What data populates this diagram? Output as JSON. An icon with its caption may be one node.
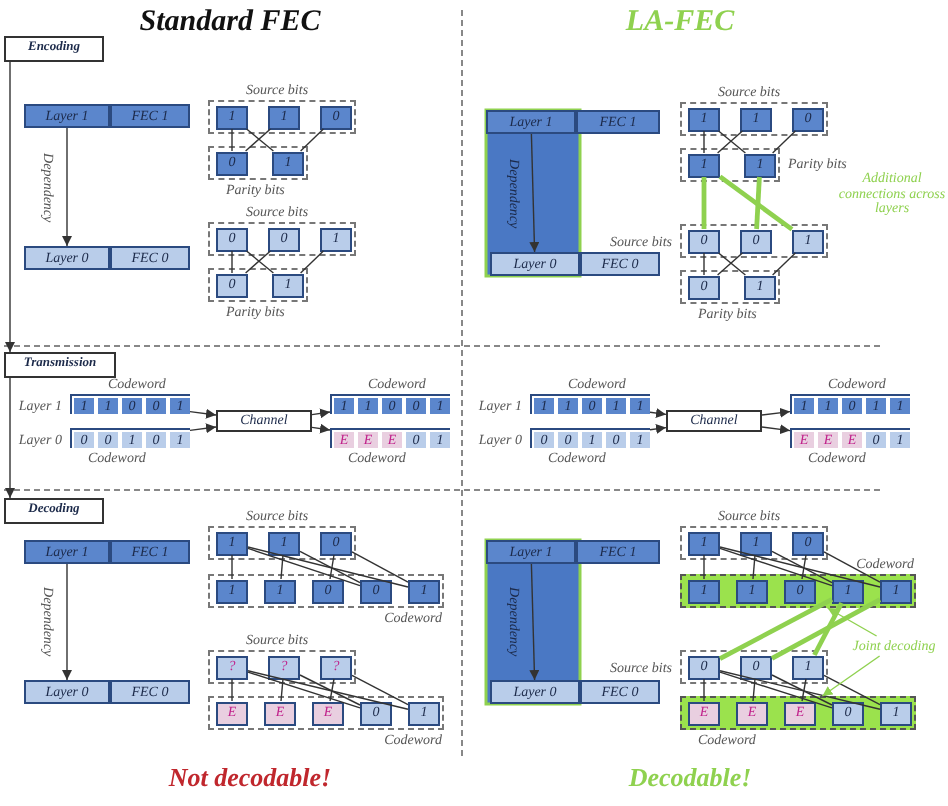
{
  "diagram": {
    "nodes": [
      {
        "text": [
          "Encoding"
        ]
      },
      {
        "text": [
          "Transmission"
        ]
      },
      {
        "text": [
          "Decoding"
        ]
      },
      {
        "text": [
          "Layer 1"
        ]
      },
      {
        "text": [
          "FEC 1"
        ]
      },
      {
        "text": [
          "Layer 0"
        ]
      },
      {
        "text": [
          "FEC 0"
        ]
      },
      {
        "text": [
          "Source bits"
        ]
      },
      {
        "text": [
          "1"
        ],
        "in": 7
      },
      {
        "text": [
          "1"
        ],
        "in": 7
      },
      {
        "text": [
          "0"
        ],
        "in": 7
      },
      {
        "text": [
          "Parity bits"
        ]
      },
      {
        "text": [
          "0"
        ],
        "in": 11
      },
      {
        "text": [
          "1"
        ],
        "in": 11
      },
      {
        "text": [
          "Source bits"
        ]
      },
      {
        "text": [
          "0"
        ],
        "in": 14
      },
      {
        "text": [
          "0"
        ],
        "in": 14
      },
      {
        "text": [
          "1"
        ],
        "in": 14
      },
      {
        "text": [
          "Parity bits"
        ]
      },
      {
        "text": [
          "0"
        ],
        "in": 18
      },
      {
        "text": [
          "1"
        ],
        "in": 18
      },
      {
        "text": [
          "Layer 1"
        ]
      },
      {
        "text": [
          "FEC 1"
        ]
      },
      {
        "text": [
          "Layer 0"
        ]
      },
      {
        "text": [
          "FEC 0"
        ]
      },
      {
        "text": [
          "Source bits"
        ]
      },
      {
        "text": [
          "1"
        ],
        "in": 25
      },
      {
        "text": [
          "1"
        ],
        "in": 25
      },
      {
        "text": [
          "0"
        ],
        "in": 25
      },
      {
        "text": [
          "Parity bits"
        ]
      },
      {
        "text": [
          "1"
        ],
        "in": 29
      },
      {
        "text": [
          "1"
        ],
        "in": 29
      },
      {
        "text": [
          "Source bits"
        ]
      },
      {
        "text": [
          "0"
        ],
        "in": 32
      },
      {
        "text": [
          "0"
        ],
        "in": 32
      },
      {
        "text": [
          "1"
        ],
        "in": 32
      },
      {
        "text": [
          "Parity bits"
        ]
      },
      {
        "text": [
          "0"
        ],
        "in": 36
      },
      {
        "text": [
          "1"
        ],
        "in": 36
      },
      {
        "text": [
          "Codeword"
        ],
        "beside": [
          "Layer 1"
        ]
      },
      {
        "text": [
          "1"
        ],
        "in": 39
      },
      {
        "text": [
          "1"
        ],
        "in": 39
      },
      {
        "text": [
          "0"
        ],
        "in": 39
      },
      {
        "text": [
          "0"
        ],
        "in": 39
      },
      {
        "text": [
          "1"
        ],
        "in": 39
      },
      {
        "text": [
          "Codeword"
        ],
        "beside": [
          "Layer 0"
        ]
      },
      {
        "text": [
          "0"
        ],
        "in": 45
      },
      {
        "text": [
          "0"
        ],
        "in": 45
      },
      {
        "text": [
          "1"
        ],
        "in": 45
      },
      {
        "text": [
          "0"
        ],
        "in": 45
      },
      {
        "text": [
          "1"
        ],
        "in": 45
      },
      {
        "text": [
          "Channel"
        ]
      },
      {
        "text": [
          "Codeword"
        ]
      },
      {
        "text": [
          "1"
        ],
        "in": 52
      },
      {
        "text": [
          "1"
        ],
        "in": 52
      },
      {
        "text": [
          "0"
        ],
        "in": 52
      },
      {
        "text": [
          "0"
        ],
        "in": 52
      },
      {
        "text": [
          "1"
        ],
        "in": 52
      },
      {
        "text": [
          "Codeword"
        ]
      },
      {
        "text": [
          "E"
        ],
        "in": 58
      },
      {
        "text": [
          "E"
        ],
        "in": 58
      },
      {
        "text": [
          "E"
        ],
        "in": 58
      },
      {
        "text": [
          "0"
        ],
        "in": 58
      },
      {
        "text": [
          "1"
        ],
        "in": 58
      },
      {
        "text": [
          "Codeword"
        ],
        "beside": [
          "Layer 1"
        ]
      },
      {
        "text": [
          "1"
        ],
        "in": 64
      },
      {
        "text": [
          "1"
        ],
        "in": 64
      },
      {
        "text": [
          "0"
        ],
        "in": 64
      },
      {
        "text": [
          "1"
        ],
        "in": 64
      },
      {
        "text": [
          "1"
        ],
        "in": 64
      },
      {
        "text": [
          "Codeword"
        ],
        "beside": [
          "Layer 0"
        ]
      },
      {
        "text": [
          "0"
        ],
        "in": 70
      },
      {
        "text": [
          "0"
        ],
        "in": 70
      },
      {
        "text": [
          "1"
        ],
        "in": 70
      },
      {
        "text": [
          "0"
        ],
        "in": 70
      },
      {
        "text": [
          "1"
        ],
        "in": 70
      },
      {
        "text": [
          "Channel"
        ]
      },
      {
        "text": [
          "Codeword"
        ]
      },
      {
        "text": [
          "1"
        ],
        "in": 77
      },
      {
        "text": [
          "1"
        ],
        "in": 77
      },
      {
        "text": [
          "0"
        ],
        "in": 77
      },
      {
        "text": [
          "1"
        ],
        "in": 77
      },
      {
        "text": [
          "1"
        ],
        "in": 77
      },
      {
        "text": [
          "Codeword"
        ]
      },
      {
        "text": [
          "E"
        ],
        "in": 83
      },
      {
        "text": [
          "E"
        ],
        "in": 83
      },
      {
        "text": [
          "E"
        ],
        "in": 83
      },
      {
        "text": [
          "0"
        ],
        "in": 83
      },
      {
        "text": [
          "1"
        ],
        "in": 83
      },
      {
        "text": [
          "Layer 1"
        ]
      },
      {
        "text": [
          "FEC 1"
        ]
      },
      {
        "text": [
          "Layer 0"
        ]
      },
      {
        "text": [
          "FEC 0"
        ]
      },
      {
        "text": [
          "Source bits"
        ]
      },
      {
        "text": [
          "1"
        ],
        "in": 93
      },
      {
        "text": [
          "1"
        ],
        "in": 93
      },
      {
        "text": [
          "0"
        ],
        "in": 93
      },
      {
        "text": [
          "Codeword"
        ]
      },
      {
        "text": [
          "1"
        ],
        "in": 97
      },
      {
        "text": [
          "1"
        ],
        "in": 97
      },
      {
        "text": [
          "0"
        ],
        "in": 97
      },
      {
        "text": [
          "0"
        ],
        "in": 97
      },
      {
        "text": [
          "1"
        ],
        "in": 97
      },
      {
        "text": [
          "Source bits"
        ]
      },
      {
        "text": [
          "?"
        ],
        "in": 103
      },
      {
        "text": [
          "?"
        ],
        "in": 103
      },
      {
        "text": [
          "?"
        ],
        "in": 103
      },
      {
        "text": [
          "Codeword"
        ]
      },
      {
        "text": [
          "E"
        ],
        "in": 107
      },
      {
        "text": [
          "E"
        ],
        "in": 107
      },
      {
        "text": [
          "E"
        ],
        "in": 107
      },
      {
        "text": [
          "0"
        ],
        "in": 107
      },
      {
        "text": [
          "1"
        ],
        "in": 107
      },
      {
        "text": [
          "Layer 1"
        ]
      },
      {
        "text": [
          "FEC 1"
        ]
      },
      {
        "text": [
          "Layer 0"
        ]
      },
      {
        "text": [
          "FEC 0"
        ]
      },
      {
        "text": [
          "Source bits"
        ]
      },
      {
        "text": [
          "1"
        ],
        "in": 117
      },
      {
        "text": [
          "1"
        ],
        "in": 117
      },
      {
        "text": [
          "0"
        ],
        "in": 117
      },
      {
        "text": [
          "Codeword"
        ]
      },
      {
        "text": [
          "1"
        ],
        "in": 121
      },
      {
        "text": [
          "1"
        ],
        "in": 121
      },
      {
        "text": [
          "0"
        ],
        "in": 121
      },
      {
        "text": [
          "1"
        ],
        "in": 121
      },
      {
        "text": [
          "1"
        ],
        "in": 121
      },
      {
        "text": [
          "Source bits"
        ]
      },
      {
        "text": [
          "0"
        ],
        "in": 127
      },
      {
        "text": [
          "0"
        ],
        "in": 127
      },
      {
        "text": [
          "1"
        ],
        "in": 127
      },
      {
        "text": [
          "Codeword"
        ]
      },
      {
        "text": [
          "E"
        ],
        "in": 131
      },
      {
        "text": [
          "E"
        ],
        "in": 131
      },
      {
        "text": [
          "E"
        ],
        "in": 131
      },
      {
        "text": [
          "0"
        ],
        "in": 131
      },
      {
        "text": [
          "1"
        ],
        "in": 131
      },
      {
        "text": [
          "Joint decoding"
        ]
      }
    ],
    "edges": [
      {
        "from": 0,
        "to": 1,
        "arrow": "to"
      },
      {
        "from": 1,
        "to": 2,
        "arrow": "to"
      },
      {
        "from": 3,
        "to": 5,
        "arrow": "to",
        "label": "Dependency"
      },
      {
        "from": 8,
        "to": 12,
        "arrow": "none"
      },
      {
        "from": 9,
        "to": 12,
        "arrow": "none"
      },
      {
        "from": 8,
        "to": 13,
        "arrow": "none"
      },
      {
        "from": 10,
        "to": 13,
        "arrow": "none"
      },
      {
        "from": 15,
        "to": 19,
        "arrow": "none"
      },
      {
        "from": 16,
        "to": 19,
        "arrow": "none"
      },
      {
        "from": 15,
        "to": 20,
        "arrow": "none"
      },
      {
        "from": 17,
        "to": 20,
        "arrow": "none"
      },
      {
        "from": 21,
        "to": 23,
        "arrow": "to",
        "label": "Dependency"
      },
      {
        "from": 26,
        "to": 30,
        "arrow": "none"
      },
      {
        "from": 27,
        "to": 30,
        "arrow": "none"
      },
      {
        "from": 26,
        "to": 31,
        "arrow": "none"
      },
      {
        "from": 28,
        "to": 31,
        "arrow": "none"
      },
      {
        "from": 30,
        "to": 33,
        "arrow": "none",
        "color": "#8fd14f",
        "style": "thick"
      },
      {
        "from": 31,
        "to": 34,
        "arrow": "none",
        "color": "#8fd14f",
        "style": "thick"
      },
      {
        "from": 30,
        "to": 35,
        "arrow": "none",
        "color": "#8fd14f",
        "style": "thick"
      },
      {
        "from": 33,
        "to": 37,
        "arrow": "none"
      },
      {
        "from": 34,
        "to": 37,
        "arrow": "none"
      },
      {
        "from": 33,
        "to": 38,
        "arrow": "none"
      },
      {
        "from": 35,
        "to": 38,
        "arrow": "none"
      },
      {
        "from": 39,
        "to": 51,
        "arrow": "to"
      },
      {
        "from": 45,
        "to": 51,
        "arrow": "to"
      },
      {
        "from": 51,
        "to": 52,
        "arrow": "to"
      },
      {
        "from": 51,
        "to": 58,
        "arrow": "to"
      },
      {
        "from": 64,
        "to": 76,
        "arrow": "to"
      },
      {
        "from": 70,
        "to": 76,
        "arrow": "to"
      },
      {
        "from": 76,
        "to": 77,
        "arrow": "to"
      },
      {
        "from": 76,
        "to": 83,
        "arrow": "to"
      },
      {
        "from": 89,
        "to": 91,
        "arrow": "to",
        "label": "Dependency"
      },
      {
        "from": 98,
        "to": 94,
        "arrow": "none"
      },
      {
        "from": 99,
        "to": 95,
        "arrow": "none"
      },
      {
        "from": 100,
        "to": 96,
        "arrow": "none"
      },
      {
        "from": 101,
        "to": 94,
        "arrow": "none"
      },
      {
        "from": 101,
        "to": 95,
        "arrow": "none"
      },
      {
        "from": 102,
        "to": 94,
        "arrow": "none"
      },
      {
        "from": 102,
        "to": 96,
        "arrow": "none"
      },
      {
        "from": 108,
        "to": 104,
        "arrow": "none"
      },
      {
        "from": 109,
        "to": 105,
        "arrow": "none"
      },
      {
        "from": 110,
        "to": 106,
        "arrow": "none"
      },
      {
        "from": 111,
        "to": 104,
        "arrow": "none"
      },
      {
        "from": 111,
        "to": 105,
        "arrow": "none"
      },
      {
        "from": 112,
        "to": 104,
        "arrow": "none"
      },
      {
        "from": 112,
        "to": 106,
        "arrow": "none"
      },
      {
        "from": 113,
        "to": 115,
        "arrow": "to",
        "label": "Dependency"
      },
      {
        "from": 122,
        "to": 118,
        "arrow": "none"
      },
      {
        "from": 123,
        "to": 119,
        "arrow": "none"
      },
      {
        "from": 124,
        "to": 120,
        "arrow": "none"
      },
      {
        "from": 125,
        "to": 118,
        "arrow": "none"
      },
      {
        "from": 125,
        "to": 119,
        "arrow": "none"
      },
      {
        "from": 126,
        "to": 118,
        "arrow": "none"
      },
      {
        "from": 126,
        "to": 120,
        "arrow": "none"
      },
      {
        "from": 125,
        "to": 128,
        "arrow": "none",
        "color": "#8fd14f",
        "style": "thick"
      },
      {
        "from": 126,
        "to": 129,
        "arrow": "none",
        "color": "#8fd14f",
        "style": "thick"
      },
      {
        "from": 125,
        "to": 130,
        "arrow": "none",
        "color": "#8fd14f",
        "style": "thick"
      },
      {
        "from": 132,
        "to": 128,
        "arrow": "none"
      },
      {
        "from": 133,
        "to": 129,
        "arrow": "none"
      },
      {
        "from": 134,
        "to": 130,
        "arrow": "none"
      },
      {
        "from": 135,
        "to": 128,
        "arrow": "none"
      },
      {
        "from": 135,
        "to": 129,
        "arrow": "none"
      },
      {
        "from": 136,
        "to": 128,
        "arrow": "none"
      },
      {
        "from": 136,
        "to": 130,
        "arrow": "none"
      },
      {
        "from": 137,
        "to": 121,
        "arrow": "to",
        "color": "#8fd14f"
      },
      {
        "from": 137,
        "to": 131,
        "arrow": "to",
        "color": "#8fd14f"
      }
    ],
    "labels": [
      "Standard FEC",
      "LA-FEC",
      "Additional connections across layers",
      "Not decodable!",
      "Decodable!"
    ]
  }
}
